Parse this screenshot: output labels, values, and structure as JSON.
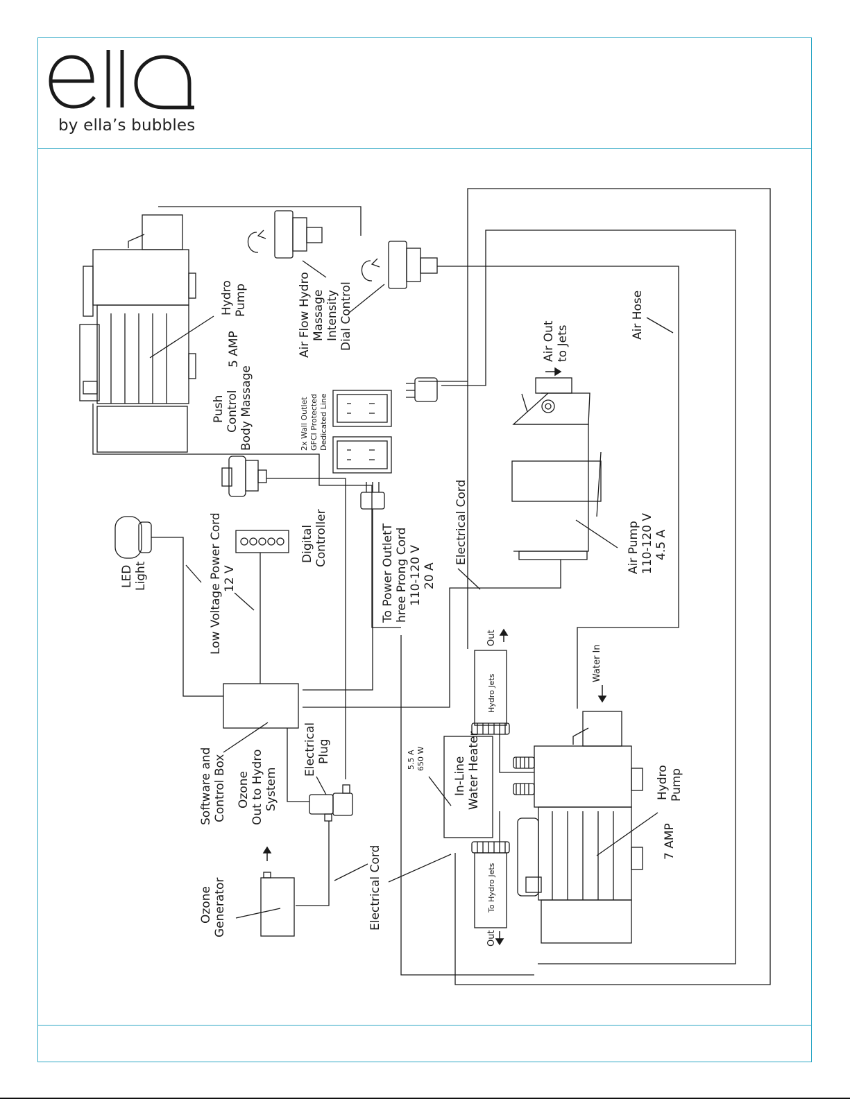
{
  "brand": {
    "logo_text": "ella",
    "tagline": "by ella’s bubbles",
    "accent_color": "#2aa6c4"
  },
  "labels": {
    "hydro_pump_top": [
      "Hydro",
      "Pump"
    ],
    "amp5": "5 AMP",
    "air_flow": [
      "Air Flow Hydro",
      "Massage",
      "Intensity",
      "Dial Control"
    ],
    "air_hose": "Air Hose",
    "air_out": [
      "Air Out",
      "to Jets"
    ],
    "push_control": [
      "Push",
      "Control",
      "Body Massage"
    ],
    "wall_outlet": [
      "2x Wall Outlet",
      "GFCI Protected",
      "Dedicated Line"
    ],
    "led_light": [
      "LED",
      "Light"
    ],
    "low_voltage": [
      "Low Voltage Power Cord",
      "12 V"
    ],
    "digital_controller": [
      "Digital",
      "Controller"
    ],
    "power_outlet": [
      "To Power OutletT",
      "hree Prong Cord",
      "110-120 V",
      "20 A"
    ],
    "electrical_cord_top": "Electrical Cord",
    "air_pump": [
      "Air Pump",
      "110-120 V",
      "4.5 A"
    ],
    "out_top": "Out",
    "hydro_jets": "Hydro Jets",
    "water_in": "Water In",
    "heater_specs": [
      "5.5 A",
      "650 W"
    ],
    "in_line_heater": [
      "In-Line",
      "Water Heater"
    ],
    "hydro_pump_bottom": [
      "Hydro",
      "Pump"
    ],
    "amp7": "7 AMP",
    "to_hydro_jets": "To Hydro Jets",
    "out_bottom": "Out",
    "software_box": [
      "Software and",
      "Control Box"
    ],
    "electrical_plug": [
      "Electrical",
      "Plug"
    ],
    "ozone_out": [
      "Ozone",
      "Out to Hydro",
      "System"
    ],
    "ozone_generator": [
      "Ozone",
      "Generator"
    ],
    "electrical_cord_bottom": "Electrical Cord"
  }
}
